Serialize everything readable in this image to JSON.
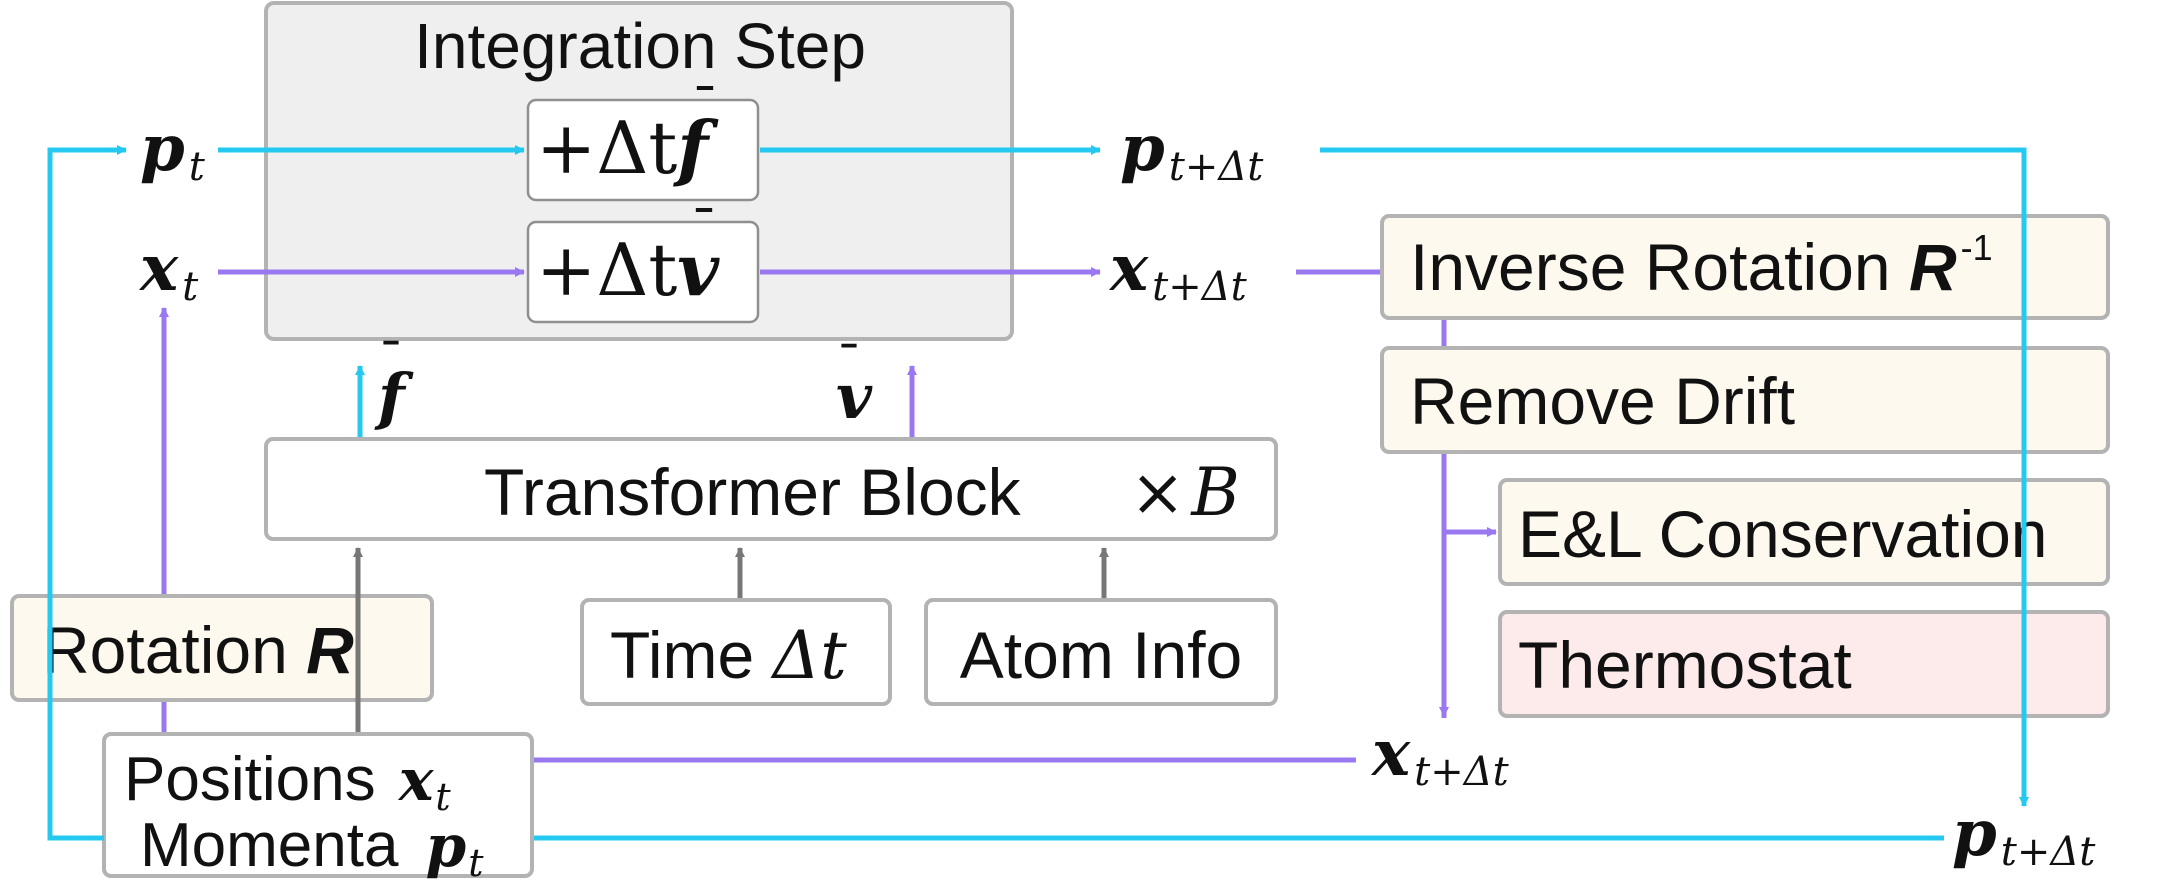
{
  "integration_step": {
    "title": "Integration Step",
    "momentum_update": {
      "op": "+Δt",
      "sym": "f",
      "accent": "¯"
    },
    "position_update": {
      "op": "+Δt",
      "sym": "v",
      "accent": "¯"
    }
  },
  "inputs_flow": {
    "p_t": {
      "base": "p",
      "sub": "t"
    },
    "x_t": {
      "base": "x",
      "sub": "t"
    }
  },
  "outputs_flow": {
    "p_next": {
      "base": "p",
      "sub": "t+Δt"
    },
    "x_next": {
      "base": "x",
      "sub": "t+Δt"
    },
    "x_final": {
      "base": "x",
      "sub": "t+Δt"
    },
    "p_final": {
      "base": "p",
      "sub": "t+Δt"
    }
  },
  "transformer": {
    "label": "Transformer Block",
    "repeat_op": "×",
    "repeat_sym": "B",
    "f_bar": "f",
    "v_bar": "v",
    "bar_glyph": "¯"
  },
  "conditioning": {
    "time_label": "Time ",
    "time_sym": "Δt",
    "atom_info_label": "Atom Info"
  },
  "rotation": {
    "label": "Rotation ",
    "sym": "R"
  },
  "state": {
    "positions_label": "Positions ",
    "positions_sym": {
      "base": "x",
      "sub": "t"
    },
    "momenta_label": "Momenta ",
    "momenta_sym": {
      "base": "p",
      "sub": "t"
    }
  },
  "post_processing": {
    "inverse_rotation_label": "Inverse Rotation ",
    "inverse_rotation_sym": "R",
    "inverse_rotation_sup": "-1",
    "remove_drift_label": "Remove Drift",
    "conservation_label": "E&L Conservation",
    "thermostat_label": "Thermostat"
  },
  "colors": {
    "momentum": "#25c8ef",
    "position": "#9a78f0",
    "conditioning": "#777777",
    "box_border": "#b3b3b3",
    "integration_fill": "#efefef",
    "rotation_fill": "#fdf9ef",
    "thermostat_fill": "#fdebec",
    "white": "#ffffff"
  }
}
